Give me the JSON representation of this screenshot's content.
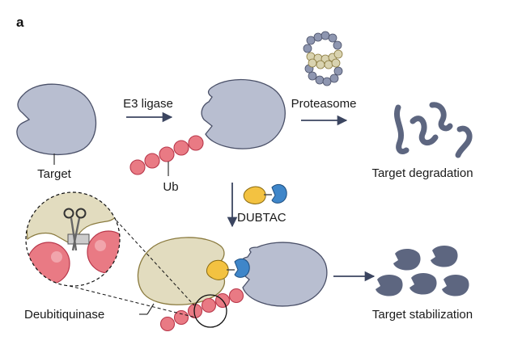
{
  "panel_label": "a",
  "labels": {
    "target": "Target",
    "e3_ligase": "E3 ligase",
    "ub": "Ub",
    "proteasome": "Proteasome",
    "target_degradation": "Target degradation",
    "dubtac": "DUBTAC",
    "deubitiquinase": "Deubitiquinase",
    "target_stabilization": "Target stabilization"
  },
  "colors": {
    "protein_fill": "#b8bed0",
    "protein_stroke": "#4a5068",
    "ub_fill": "#e97a84",
    "ub_stroke": "#b8374a",
    "dub_fill": "#e2dcbf",
    "dub_stroke": "#8a7a3e",
    "yellow_ligand": "#f3c241",
    "blue_ligand": "#3f86c9",
    "fragment": "#5d6680",
    "arrow": "#3b4560"
  },
  "icons": [
    "scissors-icon",
    "proteasome-icon"
  ]
}
